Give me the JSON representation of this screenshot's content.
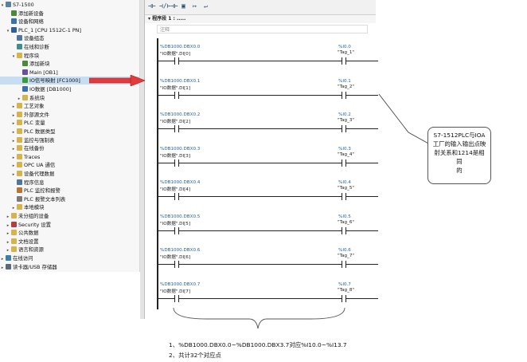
{
  "project_tree": {
    "items": [
      {
        "label": "S7-1500",
        "icon": "device-icon",
        "level": 0,
        "arrow": "▾"
      },
      {
        "label": "添加新设备",
        "icon": "add-device-icon",
        "level": 1
      },
      {
        "label": "设备和网络",
        "icon": "network-icon",
        "level": 1
      },
      {
        "label": "PLC_1 [CPU 1512C-1 PN]",
        "icon": "plc-icon",
        "level": 1,
        "arrow": "▾"
      },
      {
        "label": "设备组态",
        "icon": "config-icon",
        "level": 2
      },
      {
        "label": "在线和诊断",
        "icon": "diagnostics-icon",
        "level": 2
      },
      {
        "label": "程序块",
        "icon": "folder-icon",
        "level": 2,
        "arrow": "▾"
      },
      {
        "label": "添加新块",
        "icon": "add-block-icon",
        "level": 3
      },
      {
        "label": "Main [OB1]",
        "icon": "ob-icon",
        "level": 3
      },
      {
        "label": "IO信号映射 [FC1000]",
        "icon": "fc-icon",
        "level": 3,
        "selected": true
      },
      {
        "label": "IO数据 [DB1000]",
        "icon": "db-icon",
        "level": 3
      },
      {
        "label": "系统块",
        "icon": "folder-icon",
        "level": 3,
        "arrow": "▸"
      },
      {
        "label": "工艺对象",
        "icon": "folder-icon",
        "level": 2,
        "arrow": "▸"
      },
      {
        "label": "外部源文件",
        "icon": "folder-icon",
        "level": 2,
        "arrow": "▸"
      },
      {
        "label": "PLC 变量",
        "icon": "folder-icon",
        "level": 2,
        "arrow": "▸"
      },
      {
        "label": "PLC 数据类型",
        "icon": "folder-icon",
        "level": 2,
        "arrow": "▸"
      },
      {
        "label": "监控与强制表",
        "icon": "folder-icon",
        "level": 2,
        "arrow": "▸"
      },
      {
        "label": "在线备份",
        "icon": "folder-icon",
        "level": 2,
        "arrow": "▸"
      },
      {
        "label": "Traces",
        "icon": "folder-icon",
        "level": 2,
        "arrow": "▸"
      },
      {
        "label": "OPC UA 通信",
        "icon": "folder-icon",
        "level": 2,
        "arrow": "▸"
      },
      {
        "label": "设备代理数据",
        "icon": "folder-icon",
        "level": 2,
        "arrow": "▸"
      },
      {
        "label": "程序信息",
        "icon": "info-icon",
        "level": 2
      },
      {
        "label": "PLC 监控和报警",
        "icon": "alarm-icon",
        "level": 2
      },
      {
        "label": "PLC 报警文本列表",
        "icon": "text-list-icon",
        "level": 2
      },
      {
        "label": "本地模块",
        "icon": "folder-icon",
        "level": 2,
        "arrow": "▸"
      },
      {
        "label": "未分组的设备",
        "icon": "folder-icon",
        "level": 1,
        "arrow": "▸"
      },
      {
        "label": "Security 设置",
        "icon": "security-icon",
        "level": 1,
        "arrow": "▸"
      },
      {
        "label": "公共数据",
        "icon": "folder-icon",
        "level": 1,
        "arrow": "▸"
      },
      {
        "label": "文档设置",
        "icon": "folder-icon",
        "level": 1,
        "arrow": "▸"
      },
      {
        "label": "语言和资源",
        "icon": "folder-icon",
        "level": 1,
        "arrow": "▸"
      },
      {
        "label": "在线访问",
        "icon": "online-icon",
        "level": 0,
        "arrow": "▸"
      },
      {
        "label": "读卡器/USB 存储器",
        "icon": "card-reader-icon",
        "level": 0,
        "arrow": "▸"
      }
    ]
  },
  "editor": {
    "toolbar": [
      "⊣⊢",
      "⊣/⊢",
      "⊣⊢",
      "▣",
      "↦",
      "↵"
    ],
    "network_title": "▾  程序段 1 : .....",
    "comment_placeholder": "注释",
    "rungs": [
      {
        "db_addr": "%DB1000.DBX0.0",
        "db_tag": "\"IO数据\".DI[0]",
        "q_addr": "%I0.0",
        "q_tag": "\"Tag_1\""
      },
      {
        "db_addr": "%DB1000.DBX0.1",
        "db_tag": "\"IO数据\".DI[1]",
        "q_addr": "%I0.1",
        "q_tag": "\"Tag_2\""
      },
      {
        "db_addr": "%DB1000.DBX0.2",
        "db_tag": "\"IO数据\".DI[2]",
        "q_addr": "%I0.2",
        "q_tag": "\"Tag_3\""
      },
      {
        "db_addr": "%DB1000.DBX0.3",
        "db_tag": "\"IO数据\".DI[3]",
        "q_addr": "%I0.3",
        "q_tag": "\"Tag_4\""
      },
      {
        "db_addr": "%DB1000.DBX0.4",
        "db_tag": "\"IO数据\".DI[4]",
        "q_addr": "%I0.4",
        "q_tag": "\"Tag_5\""
      },
      {
        "db_addr": "%DB1000.DBX0.5",
        "db_tag": "\"IO数据\".DI[5]",
        "q_addr": "%I0.5",
        "q_tag": "\"Tag_6\""
      },
      {
        "db_addr": "%DB1000.DBX0.6",
        "db_tag": "\"IO数据\".DI[6]",
        "q_addr": "%I0.6",
        "q_tag": "\"Tag_7\""
      },
      {
        "db_addr": "%DB1000.DBX0.7",
        "db_tag": "\"IO数据\".DI[7]",
        "q_addr": "%I0.7",
        "q_tag": "\"Tag_8\""
      }
    ]
  },
  "callout": {
    "lines": [
      "S7-1512PLC与IOA",
      "工厂的输入输出点映",
      "射关系和1214是相同",
      "的"
    ]
  },
  "notes": {
    "line1": "1、%DB1000.DBX0.0~%DB1000.DBX3.7对应%I10.0~%I13.7",
    "line2": "2、共计32个对应点"
  },
  "colors": {
    "selection": "#c6ddf2",
    "address_blue": "#245fa8",
    "arrow_red": "#e23b3b"
  }
}
